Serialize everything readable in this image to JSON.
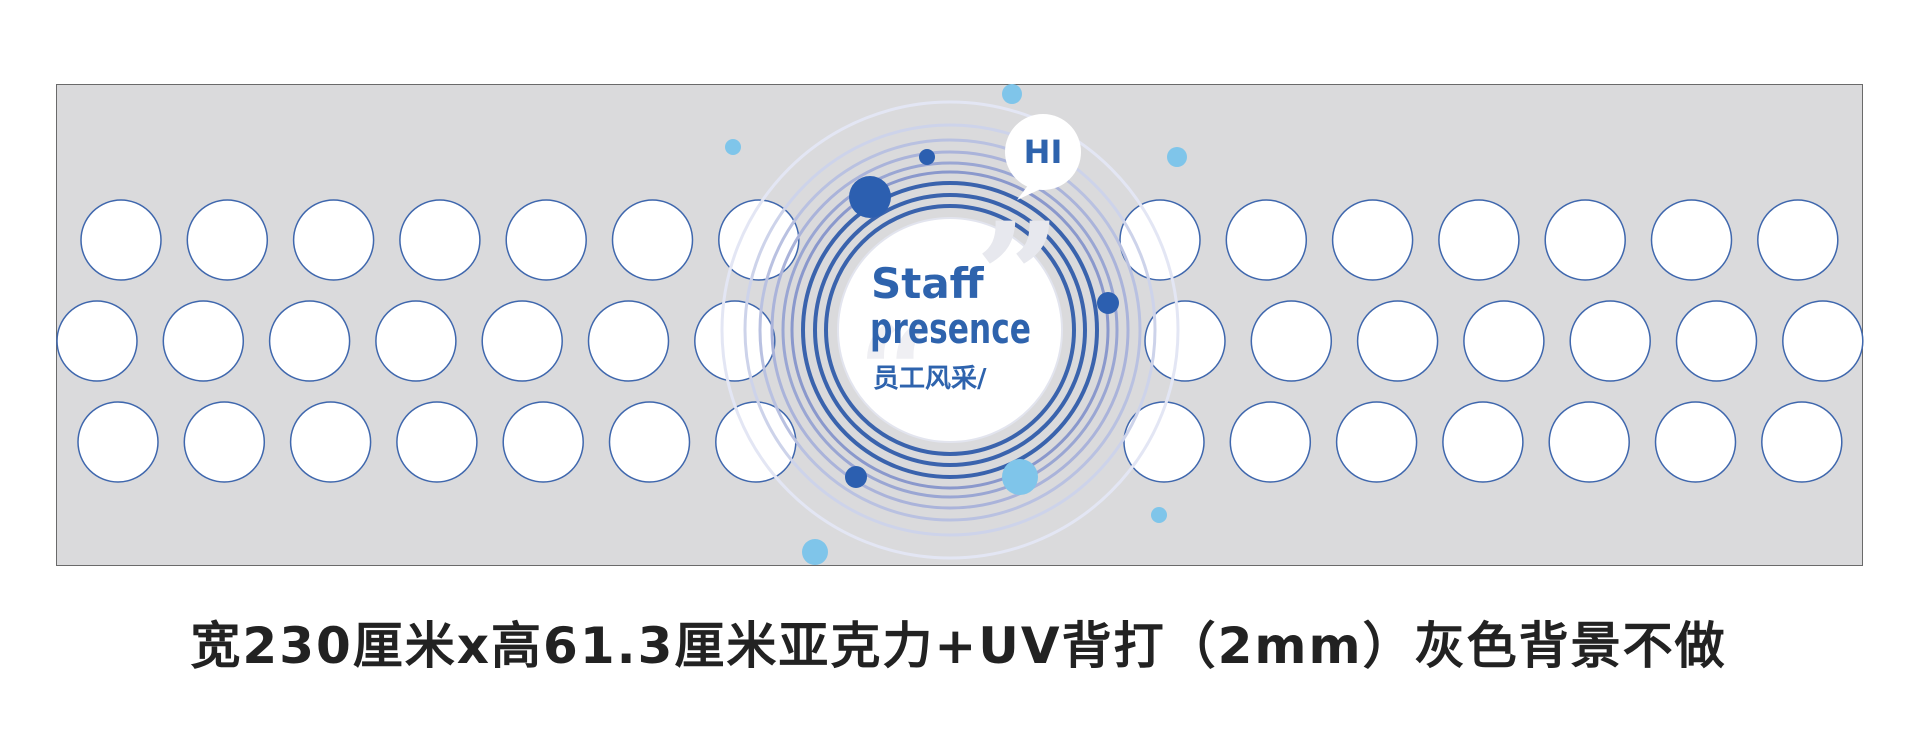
{
  "badge": {
    "title_line1": "Staff",
    "title_line2": "presence",
    "subtitle": "员工风采/",
    "bubble_text": "HI"
  },
  "caption": "宽230厘米x高61.3厘米亚克力+UV背打（2mm）灰色背景不做",
  "photo_slots": {
    "rows": 3,
    "per_side": 7
  },
  "colors": {
    "panel_bg": "#dadadc",
    "circle_fill": "#ffffff",
    "circle_stroke": "#3f67ad",
    "accent_blue": "#2f62b0",
    "light_blue": "#7fc5ea",
    "ring_soft": "#a9b3d9",
    "text_dark": "#222222"
  }
}
